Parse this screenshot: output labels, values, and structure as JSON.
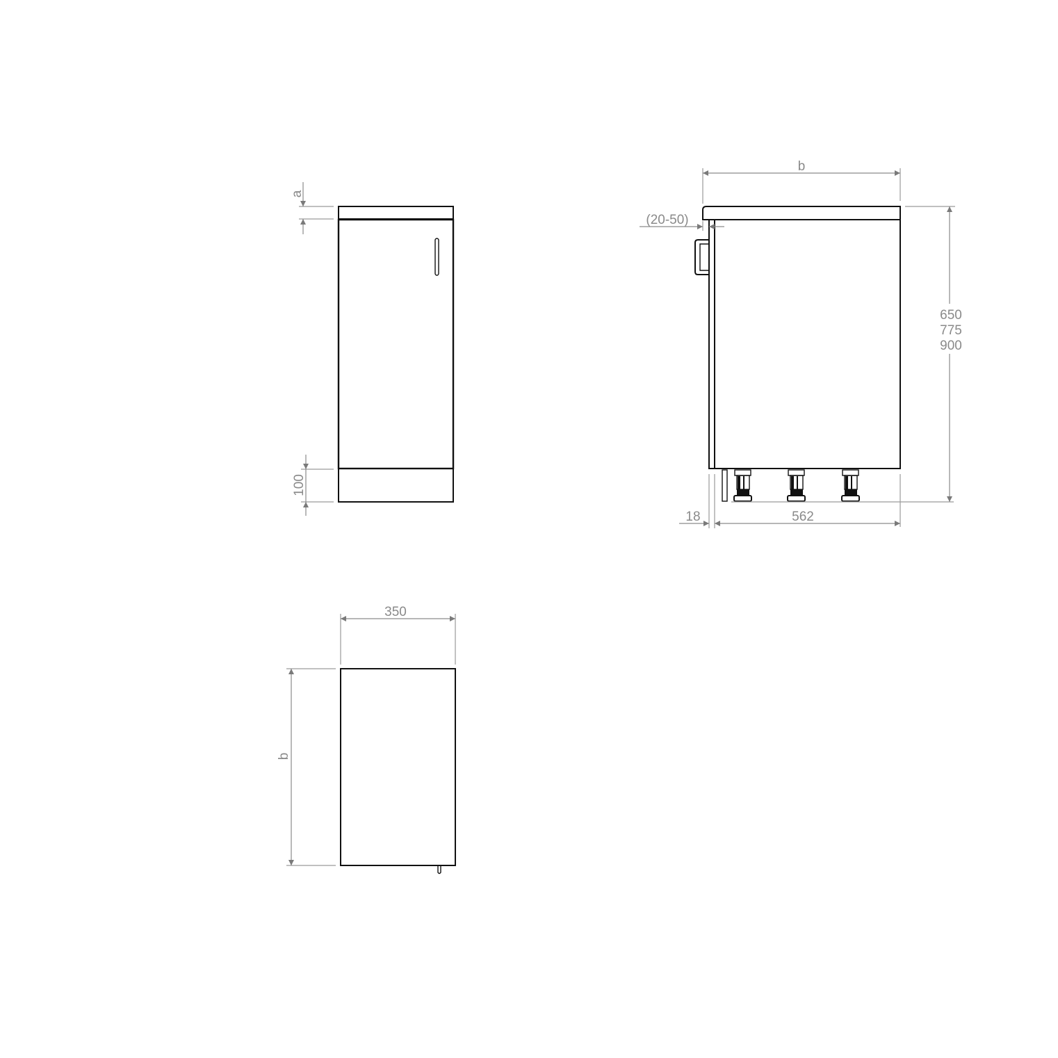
{
  "drawing": {
    "front_view": {
      "dim_top": "a",
      "dim_plinth": "100"
    },
    "side_view": {
      "dim_width": "b",
      "dim_handle_gap": "(20-50)",
      "dim_heights": [
        "650",
        "775",
        "900"
      ],
      "dim_door": "18",
      "dim_depth": "562"
    },
    "top_view": {
      "dim_width": "350",
      "dim_depth": "b"
    },
    "colors": {
      "object_line": "#111111",
      "dimension_line": "#8a8a8a",
      "background": "#ffffff"
    }
  }
}
